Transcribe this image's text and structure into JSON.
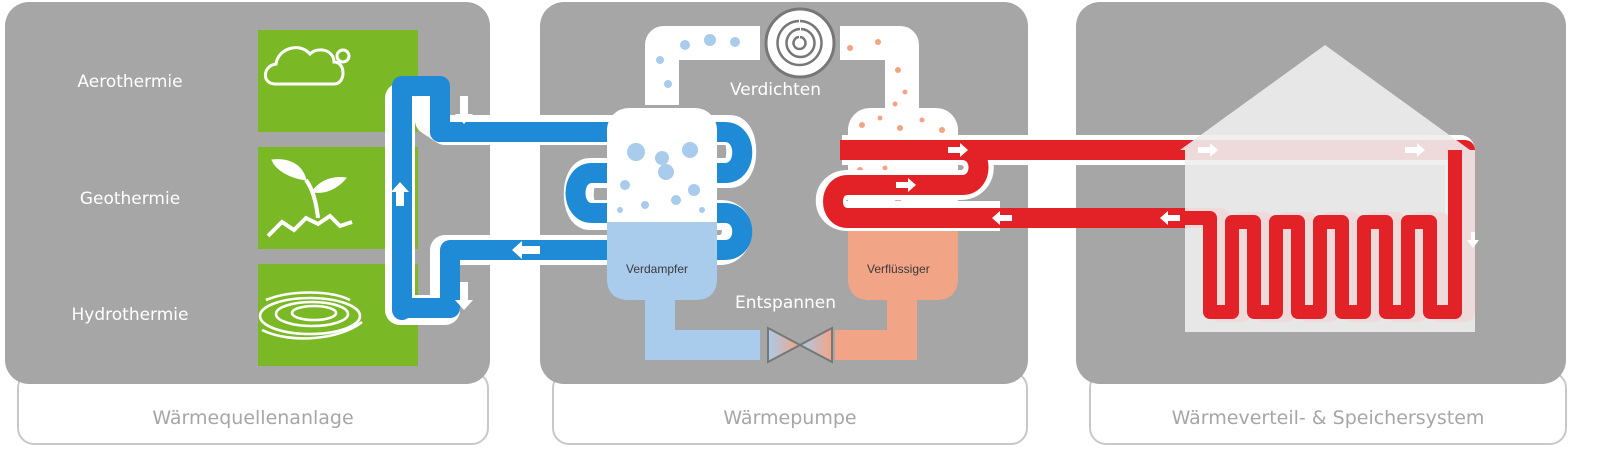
{
  "sections": [
    {
      "name": "Wärmequellenanlage"
    },
    {
      "name": "Wärmepumpe"
    },
    {
      "name": "Wärmeverteil- & Speichersystem"
    }
  ],
  "sources": [
    "Aerothermie",
    "Geothermie",
    "Hydrothermie"
  ],
  "steps": {
    "compress": "Verdichten",
    "expand": "Entspannen"
  },
  "components": {
    "evaporator": "Verdampfer",
    "condenser": "Verflüssiger"
  },
  "colors": {
    "panel": "#a6a6a6",
    "cold": "#1f8ad6",
    "hot": "#e32228",
    "source_tile": "#7ab826",
    "evaporator_fluid": "#a9cbec",
    "condenser_fluid": "#f2a486"
  },
  "icons": [
    "cloud-icon",
    "sprout-icon",
    "water-swirl-icon",
    "compressor-icon",
    "expansion-valve-icon",
    "house-icon"
  ]
}
